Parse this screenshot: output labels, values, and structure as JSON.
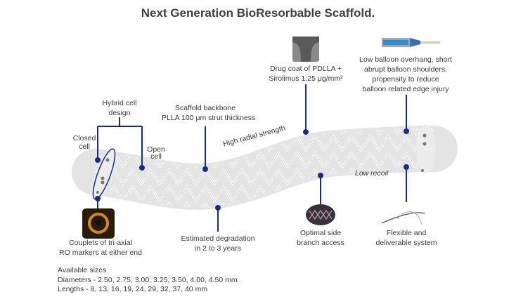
{
  "title": "Next Generation BioResorbable Scaffold.",
  "labels": {
    "hybrid_cell": [
      "Hybrid cell",
      "design"
    ],
    "closed_cell": [
      "Closed",
      "cell"
    ],
    "open_cell": [
      "Open",
      "cell"
    ],
    "backbone": [
      "Scaffold backbone",
      "PLLA 100 μm strut thickness"
    ],
    "radial_strength": "High radial strength",
    "drug_coat": [
      "Drug coat of PDLLA +",
      "Sirolimus 1.25 μg/mm²"
    ],
    "balloon": [
      "Low balloon overhang, short",
      "abrupt balloon shoulders,",
      "propensity to reduce",
      "balloon related edge injury"
    ],
    "low_recoil": "Low recoil",
    "markers": [
      "Couplets of tri-axial",
      "RO markers at either end"
    ],
    "degradation": [
      "Estimated degradation",
      "in 2 to 3 years"
    ],
    "side_branch": [
      "Optimal side",
      "branch access"
    ],
    "flexible": [
      "Flexible and",
      "deliverable system"
    ]
  },
  "sizes": {
    "heading": "Available sizes",
    "diameters": "Diameters - 2.50, 2.75, 3.00, 3.25, 3.50, 4.00, 4.50 mm",
    "lengths": "Lengths - 8, 13, 16, 19, 24, 29, 32, 37, 40 mm"
  },
  "colors": {
    "callout": "#1a2a8c",
    "text": "#404040",
    "scaffold": "#e6e6e6"
  }
}
